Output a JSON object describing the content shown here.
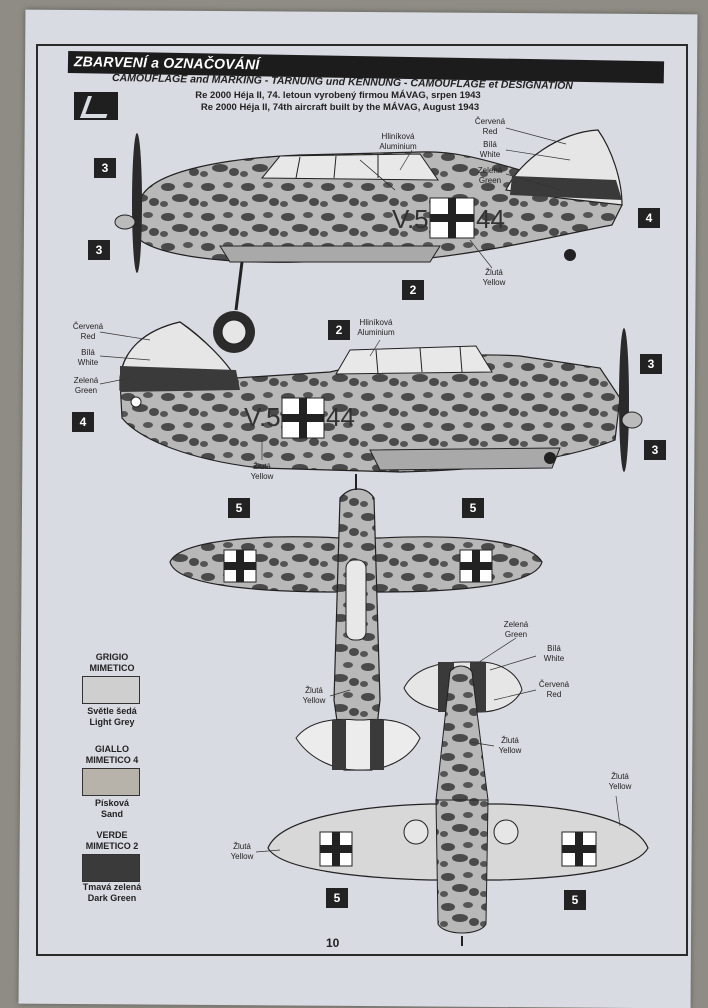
{
  "header": {
    "title": "ZBARVENÍ a OZNAČOVÁNÍ",
    "subtitle": "CAMOUFLAGE and MARKING - TARNUNG und KENNUNG - CAMOUFLAGE et DESIGNATION",
    "info_cz": "Re 2000 Héja II, 74. letoun vyrobený firmou MÁVAG, srpen 1943",
    "info_en": "Re 2000 Héja II, 74th aircraft built by the MÁVAG, August 1943"
  },
  "codes": {
    "side1": "V.5",
    "num1": "44",
    "side2": "V.5",
    "num2": "44"
  },
  "labels": {
    "aluminium_cz": "Hliníková",
    "aluminium_en": "Aluminium",
    "red_cz": "Červená",
    "red_en": "Red",
    "white_cz": "Bílá",
    "white_en": "White",
    "green_cz": "Zelená",
    "green_en": "Green",
    "yellow_cz": "Žlutá",
    "yellow_en": "Yellow"
  },
  "badges": {
    "b2": "2",
    "b3": "3",
    "b4": "4",
    "b5": "5"
  },
  "swatches": [
    {
      "title1": "GRIGIO",
      "title2": "MIMETICO",
      "name_cz": "Světle šedá",
      "name_en": "Light Grey",
      "color": "#cfcfcf"
    },
    {
      "title1": "GIALLO",
      "title2": "MIMETICO 4",
      "name_cz": "Písková",
      "name_en": "Sand",
      "color": "#b7b3aa"
    },
    {
      "title1": "VERDE",
      "title2": "MIMETICO 2",
      "name_cz": "Tmavá zelená",
      "name_en": "Dark Green",
      "color": "#3a3a3a"
    }
  ],
  "page_number": "10",
  "colors": {
    "ink": "#222222",
    "paper": "#d9dbe2",
    "camo_dark": "#4a4a4a",
    "camo_light": "#b8b8b8"
  }
}
